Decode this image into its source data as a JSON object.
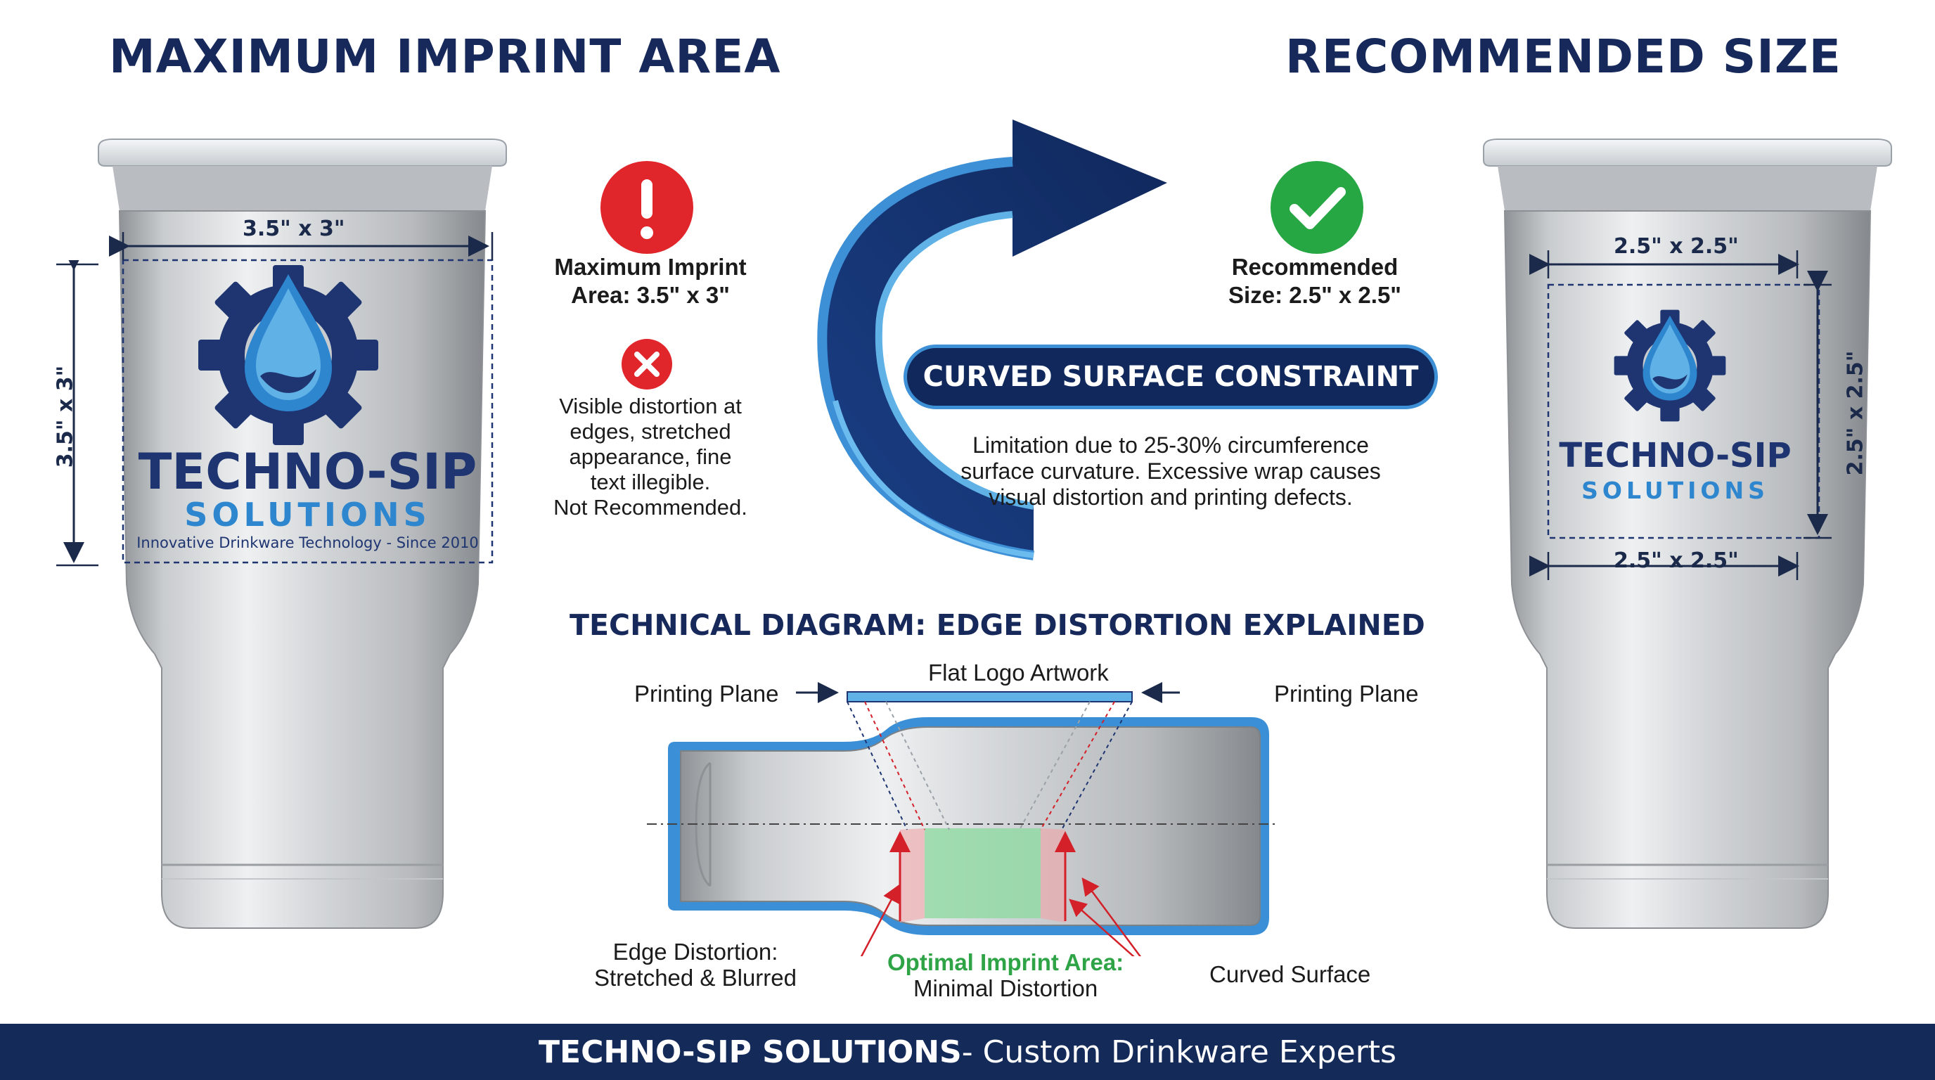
{
  "headings": {
    "left": "MAXIMUM IMPRINT AREA",
    "right": "RECOMMENDED SIZE"
  },
  "left_tumbler": {
    "dim_top": "3.5\" x 3\"",
    "dim_side": "3.5\" x 3\"",
    "logo_name": "TECHNO-SIP",
    "logo_sub": "SOLUTIONS",
    "logo_tagline": "Innovative Drinkware Technology - Since 2010"
  },
  "right_tumbler": {
    "dim_top": "2.5\" x 2.5\"",
    "dim_side": "2.5\" x 2.5\"",
    "dim_bottom": "2.5\" x 2.5\"",
    "logo_name": "TECHNO-SIP",
    "logo_sub": "SOLUTIONS"
  },
  "max_imprint": {
    "line1": "Maximum Imprint",
    "line2": "Area: 3.5\" x 3\""
  },
  "distortion_note": {
    "line1": "Visible distortion at",
    "line2": "edges, stretched",
    "line3": "appearance, fine",
    "line4": "text illegible.",
    "line5": "Not Recommended."
  },
  "recommended": {
    "line1": "Recommended",
    "line2": "Size: 2.5\" x 2.5\""
  },
  "constraint": {
    "title": "CURVED SURFACE CONSTRAINT",
    "line1": "Limitation due to 25-30% circumference",
    "line2": "surface curvature. Excessive wrap causes",
    "line3": "visual distortion and printing defects."
  },
  "diagram": {
    "title": "TECHNICAL DIAGRAM: EDGE DISTORTION EXPLAINED",
    "flat_logo": "Flat Logo Artwork",
    "plane_left": "Printing Plane",
    "plane_right": "Printing Plane",
    "edge_line1": "Edge Distortion:",
    "edge_line2": "Stretched & Blurred",
    "optimal_line1": "Optimal Imprint Area:",
    "optimal_line2": "Minimal Distortion",
    "curved": "Curved Surface"
  },
  "footer": {
    "brand": "TECHNO-SIP SOLUTIONS",
    "tagline": " - Custom Drinkware Experts"
  },
  "colors": {
    "navy": "#16295a",
    "accent_blue": "#2e86cf",
    "warning_red": "#e0262b",
    "success_green": "#27a744",
    "optimal_green": "#2fa447"
  }
}
